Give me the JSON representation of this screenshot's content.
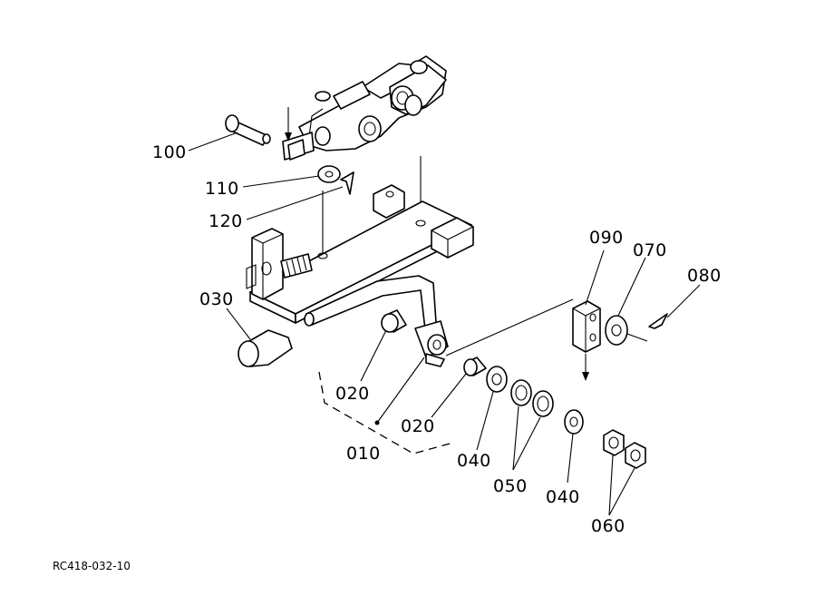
{
  "figure_code": "RC418-032-10",
  "callouts": {
    "p100": "100",
    "p110": "110",
    "p120": "120",
    "p030": "030",
    "p020a": "020",
    "p020b": "020",
    "p010": "010",
    "p040a": "040",
    "p040b": "040",
    "p050": "050",
    "p060": "060",
    "p090": "090",
    "p070": "070",
    "p080": "080"
  }
}
